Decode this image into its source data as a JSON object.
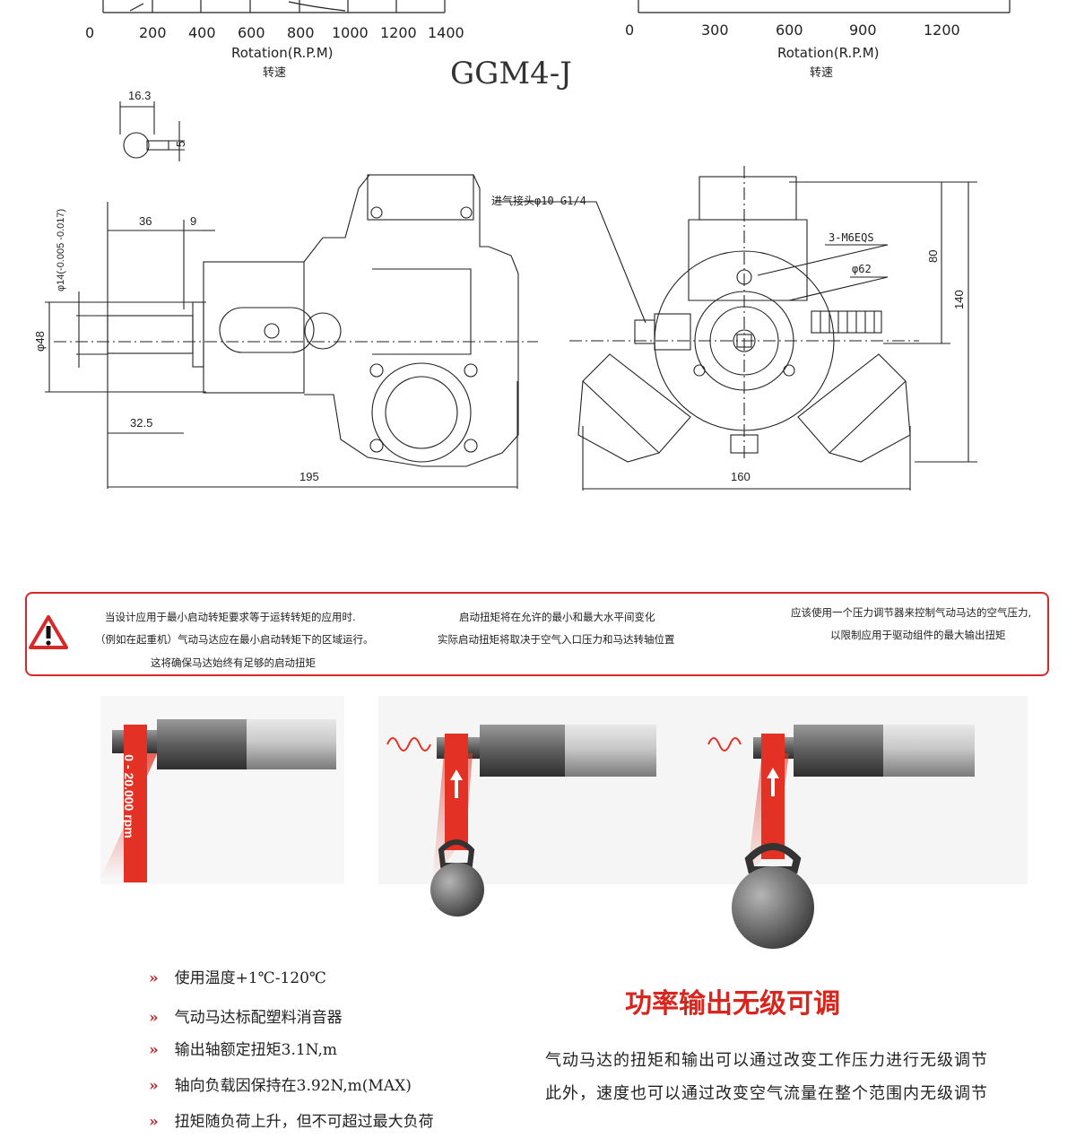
{
  "charts": {
    "left": {
      "ticks": [
        "0",
        "200",
        "400",
        "600",
        "800",
        "1000",
        "1200",
        "1400"
      ],
      "xlabel": "Rotation(R.P.M)",
      "xlabel_cn": "转速"
    },
    "right": {
      "ticks": [
        "0",
        "300",
        "600",
        "900",
        "1200"
      ],
      "xlabel": "Rotation(R.P.M)",
      "xlabel_cn": "转速"
    }
  },
  "model_title": "GGM4-J",
  "drawing": {
    "key_width": "16.3",
    "key_height": "5",
    "dim_36": "36",
    "dim_9": "9",
    "shaft_tol": "φ14(-0.005 -0.017)",
    "dim_phi48": "φ48",
    "dim_32_5": "32.5",
    "dim_195": "195",
    "inlet_label": "进气接头φ10 G1/4",
    "bolt_label": "3-M6EQS",
    "dim_phi62": "φ62",
    "dim_80": "80",
    "dim_140": "140",
    "dim_160": "160"
  },
  "warning": {
    "col1": [
      "当设计应用于最小启动转矩要求等于运转转矩的应用时.",
      "（例如在起重机）气动马达应在最小启动转矩下的区域运行。",
      "这将确保马达始终有足够的启动扭矩"
    ],
    "col2": [
      "启动扭矩将在允许的最小和最大水平间变化",
      "实际启动扭矩将取决于空气入口压力和马达转轴位置"
    ],
    "col3": [
      "应该使用一个压力调节器来控制气动马达的空气压力,",
      "以限制应用于驱动组件的最大输出扭矩"
    ]
  },
  "motor_images": {
    "speed_label": "0 - 20.000 rpm"
  },
  "features": [
    "使用温度+1℃-120℃",
    "气动马达标配塑料消音器",
    "输出轴额定扭矩3.1N,m",
    "轴向负载因保持在3.92N,m(MAX)",
    "扭矩随负荷上升，但不可超过最大负荷"
  ],
  "feature_bullet": "»",
  "power": {
    "title": "功率输出无级可调",
    "lines": [
      "气动马达的扭矩和输出可以通过改变工作压力进行无级调节",
      "此外，速度也可以通过改变空气流量在整个范围内无级调节"
    ]
  },
  "colors": {
    "accent": "#d7261e",
    "box_border": "#d62a2a"
  }
}
